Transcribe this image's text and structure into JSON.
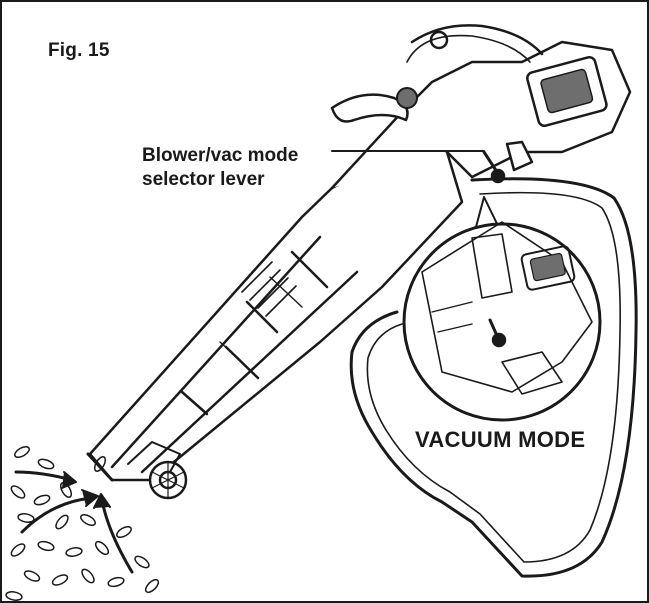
{
  "figure": {
    "label": "Fig. 15",
    "callout_line1": "Blower/vac mode",
    "callout_line2": "selector lever",
    "mode_caption": "VACUUM MODE"
  },
  "colors": {
    "ink": "#1a1a1a",
    "paper": "#ffffff",
    "shade": "#6e6e6e"
  },
  "icons": [
    "blower-vac-tool",
    "collection-bag",
    "detail-magnifier",
    "airflow-arrow",
    "leaf-pile",
    "wheel"
  ]
}
